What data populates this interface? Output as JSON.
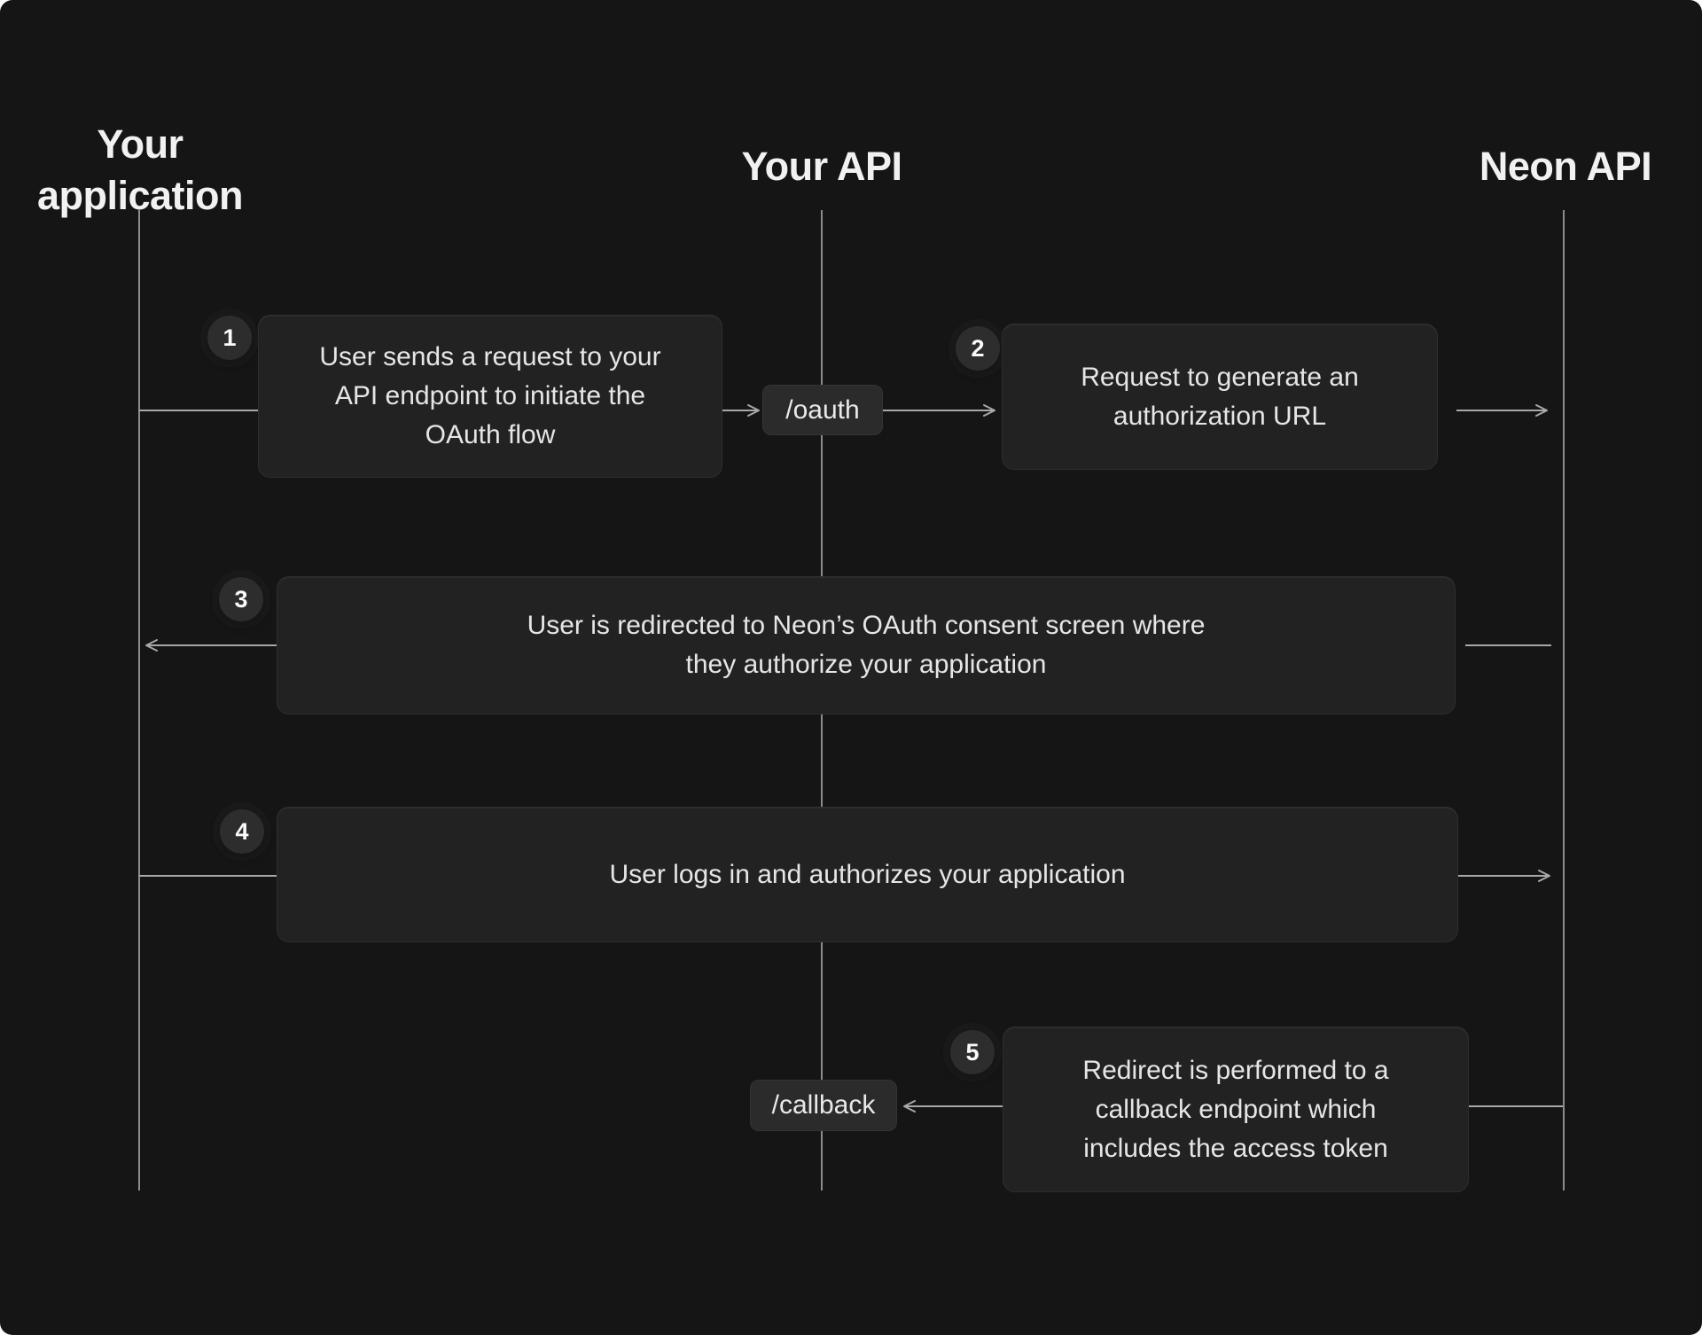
{
  "diagram": {
    "lanes": [
      {
        "id": "your-application",
        "label": "Your application"
      },
      {
        "id": "your-api",
        "label": "Your API"
      },
      {
        "id": "neon-api",
        "label": "Neon API"
      }
    ],
    "steps": [
      {
        "number": "1",
        "text": "User sends a request to your\nAPI endpoint to initiate the\nOAuth flow"
      },
      {
        "number": "2",
        "text": "Request to generate an\nauthorization URL"
      },
      {
        "number": "3",
        "text": "User is redirected to Neon’s OAuth consent screen where\nthey authorize your application"
      },
      {
        "number": "4",
        "text": "User logs in and authorizes your application"
      },
      {
        "number": "5",
        "text": "Redirect is performed to a\ncallback endpoint which\nincludes the access token"
      }
    ],
    "endpoints": [
      {
        "label": "/oauth"
      },
      {
        "label": "/callback"
      }
    ],
    "colors": {
      "background": "#151515",
      "box_background": "#222222",
      "box_border": "#2e2e2e",
      "endpoint_background": "#2b2b2b",
      "badge_background": "#2d2d2d",
      "lifeline": "#8c8c8c",
      "arrow": "#a8a8a8",
      "heading_text": "#f1f1f1",
      "body_text": "#e6e6e6"
    }
  }
}
